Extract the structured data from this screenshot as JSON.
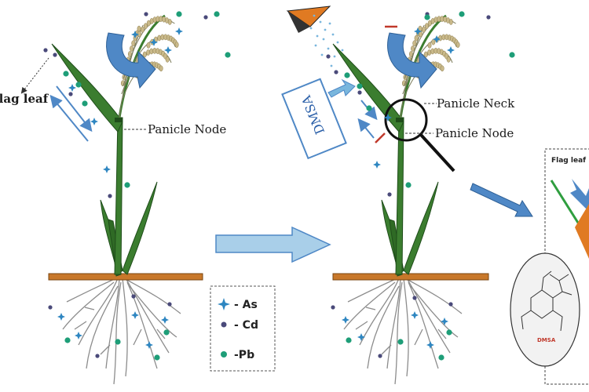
{
  "labels": {
    "flag_leaf": "Flag leaf",
    "panicle_node_left": "Panicle Node",
    "panicle_node_right": "Panicle Node",
    "panicle_neck": "Panicle Neck",
    "dmsa": "DMSA",
    "inset_flag_leaf": "Flag leaf",
    "inset_dmsa": "DMSA"
  },
  "legend": {
    "items": [
      {
        "label": "- As",
        "symbol": "sparkle",
        "color": "#2e86c1"
      },
      {
        "label": "- Cd",
        "symbol": "dot",
        "color": "#4a4a7a"
      },
      {
        "label": "-Pb",
        "symbol": "dot",
        "color": "#1e9e78"
      }
    ]
  },
  "colors": {
    "stem": "#3b7d2f",
    "stem_dark": "#1f4d1a",
    "soil": "#c8782a",
    "root": "#8a8a8a",
    "grain": "#c9b98a",
    "arrow_blue": "#4f88c6",
    "arrow_light": "#a9cfe9",
    "as": "#2e86c1",
    "cd": "#4a4a7a",
    "pb": "#1e9e78"
  }
}
